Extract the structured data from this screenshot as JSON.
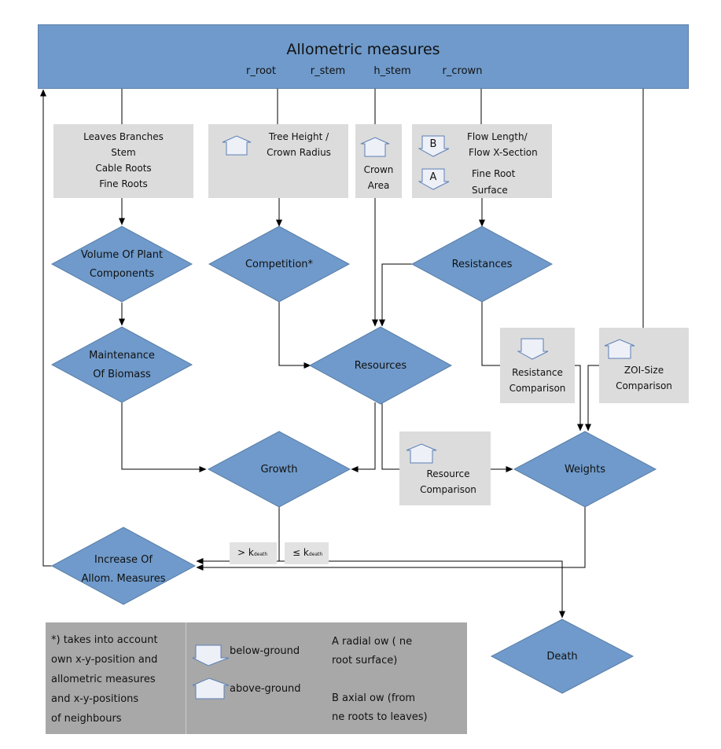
{
  "header": {
    "title": "Allometric measures",
    "vars": [
      "r_root",
      "r_stem",
      "h_stem",
      "r_crown"
    ]
  },
  "boxes": {
    "components": {
      "line1": "Leaves    Branches",
      "line2": "Stem",
      "line3": "Cable Roots",
      "line4": "Fine Roots"
    },
    "tree_height": {
      "line1": "Tree Height /",
      "line2": "Crown Radius"
    },
    "crown_area": {
      "line1": "Crown",
      "line2": "Area"
    },
    "flow": {
      "b_label": "B",
      "a_label": "A",
      "line1": "Flow Length/",
      "line2": "Flow X-Section",
      "line3": "Fine Root",
      "line4": "Surface"
    },
    "resistance_comparison": {
      "line1": "Resistance",
      "line2": "Comparison"
    },
    "zoi_comparison": {
      "line1": "ZOI-Size",
      "line2": "Comparison"
    },
    "resource_comparison": {
      "line1": "Resource",
      "line2": "Comparison"
    }
  },
  "diamonds": {
    "volume": {
      "line1": "Volume Of Plant",
      "line2": "Components"
    },
    "competition": {
      "line1": "Competition*"
    },
    "resistances": {
      "line1": "Resistances"
    },
    "maintenance": {
      "line1": "Maintenance",
      "line2": "Of Biomass"
    },
    "resources": {
      "line1": "Resources"
    },
    "growth": {
      "line1": "Growth"
    },
    "weights": {
      "line1": "Weights"
    },
    "increase": {
      "line1": "Increase Of",
      "line2": "Allom. Measures"
    },
    "death": {
      "line1": "Death"
    }
  },
  "thresholds": {
    "gt": "> k",
    "le": "≤ k",
    "sub": "death"
  },
  "legend": {
    "note": [
      "*) takes into account",
      "own x-y-position and",
      "allometric measures",
      "and x-y-positions",
      "of neighbours"
    ],
    "below": "below-ground",
    "above": "above-ground",
    "a_line1": "A    radial  ow (  ne",
    "a_line2": "root surface)",
    "b_line1": "B    axial  ow (from",
    "b_line2": " ne roots to leaves)"
  },
  "colors": {
    "header": "#6f9acb",
    "diamond": "#6f9acb",
    "box": "#dcdcdc",
    "legend": "#a8a8a8",
    "arrow_fill": "#eef0f8",
    "arrow_stroke": "#5b7fb5"
  }
}
